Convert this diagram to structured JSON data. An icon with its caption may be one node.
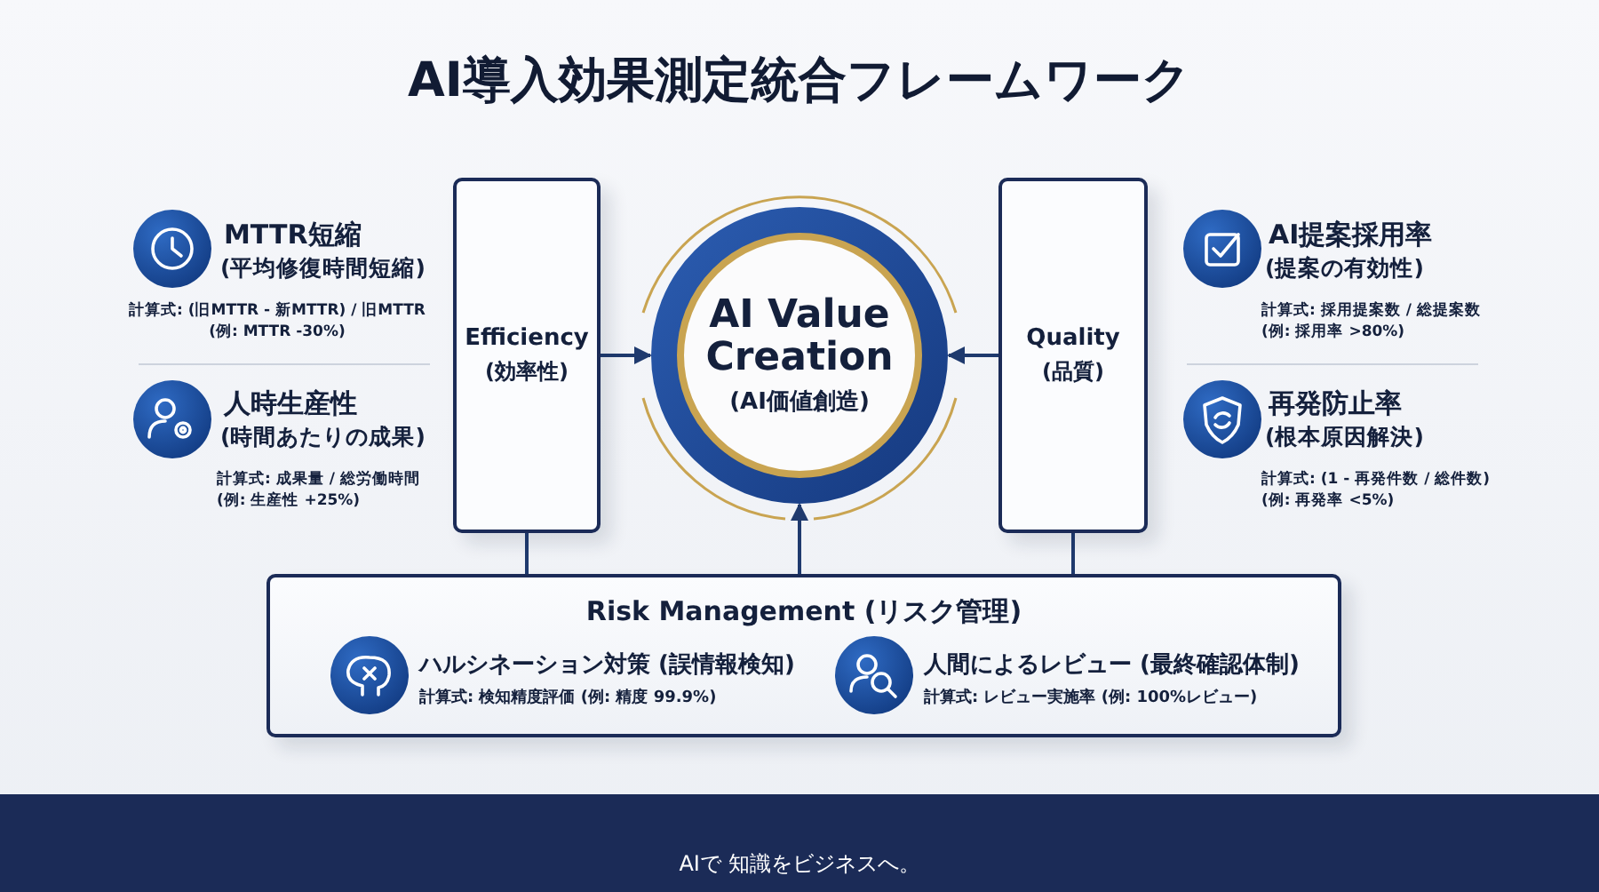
{
  "diagram": {
    "title": "AI導入効果測定統合フレームワーク",
    "nodes": [
      {
        "text": [
          "Efficiency",
          "(効率性)"
        ]
      },
      {
        "text": [
          "AI Value Creation",
          "(AI価値創造)"
        ]
      },
      {
        "text": [
          "Quality",
          "(品質)"
        ]
      },
      {
        "text": [
          "Risk Management (リスク管理)"
        ]
      }
    ],
    "edges": [
      {
        "from": 0,
        "to": 1,
        "arrow": "to"
      },
      {
        "from": 2,
        "to": 1,
        "arrow": "to"
      },
      {
        "from": 3,
        "to": 1,
        "arrow": "to"
      },
      {
        "from": 3,
        "to": 0,
        "arrow": "none"
      },
      {
        "from": 3,
        "to": 2,
        "arrow": "none"
      }
    ],
    "labels": [
      "MTTR短縮",
      "(平均修復時間短縮)",
      "計算式: (旧MTTR - 新MTTR) / 旧MTTR",
      "(例: MTTR -30%)",
      "人時生産性",
      "(時間あたりの成果)",
      "計算式: 成果量 / 総労働時間",
      "(例: 生産性 +25%)",
      "AI提案採用率",
      "(提案の有効性)",
      "計算式: 採用提案数 / 総提案数",
      "(例: 採用率 >80%)",
      "再発防止率",
      "(根本原因解決)",
      "計算式: (1 - 再発件数 / 総件数)",
      "(例: 再発率 <5%)",
      "ハルシネーション対策 (誤情報検知)",
      "計算式: 検知精度評価 (例: 精度 99.9%)",
      "人間によるレビュー (最終確認体制)",
      "計算式: レビュー実施率 (例: 100%レビュー)",
      "AIで 知識をビジネスへ。"
    ]
  }
}
